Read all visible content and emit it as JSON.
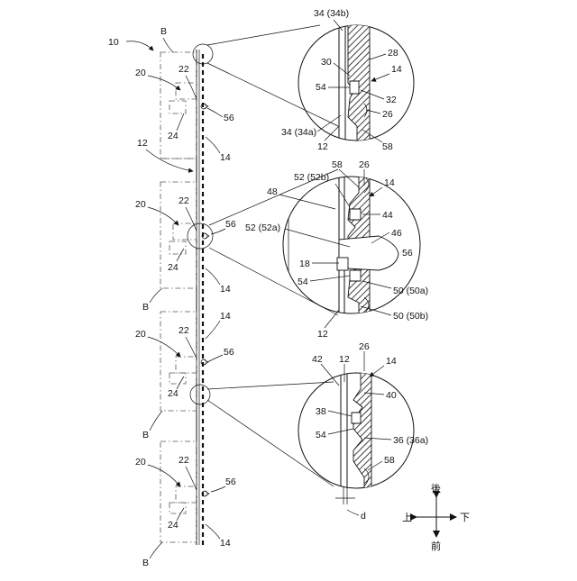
{
  "figure": {
    "labels": {
      "assembly": "10",
      "B": "B",
      "rail": "12",
      "strip": "14",
      "bracket": "20",
      "arm": "22",
      "base": "24",
      "knob": "56",
      "d": "d"
    },
    "detail_top": {
      "l34b": "34 (34b)",
      "l28": "28",
      "l30": "30",
      "l14": "14",
      "l54": "54",
      "l32": "32",
      "l26": "26",
      "l34a": "34 (34a)",
      "l12": "12",
      "l58": "58"
    },
    "detail_mid": {
      "l58": "58",
      "l26": "26",
      "l52b": "52 (52b)",
      "l14": "14",
      "l48": "48",
      "l44": "44",
      "l52a": "52 (52a)",
      "l46": "46",
      "l56": "56",
      "l18": "18",
      "l54": "54",
      "l50a": "50 (50a)",
      "l50b": "50 (50b)",
      "l12": "12"
    },
    "detail_bot": {
      "l26": "26",
      "l42": "42",
      "l12": "12",
      "l14": "14",
      "l40": "40",
      "l38": "38",
      "l54": "54",
      "l36a": "36 (36a)",
      "l58": "58"
    },
    "compass": {
      "up": "後",
      "down": "前",
      "left": "上",
      "right": "下"
    }
  }
}
